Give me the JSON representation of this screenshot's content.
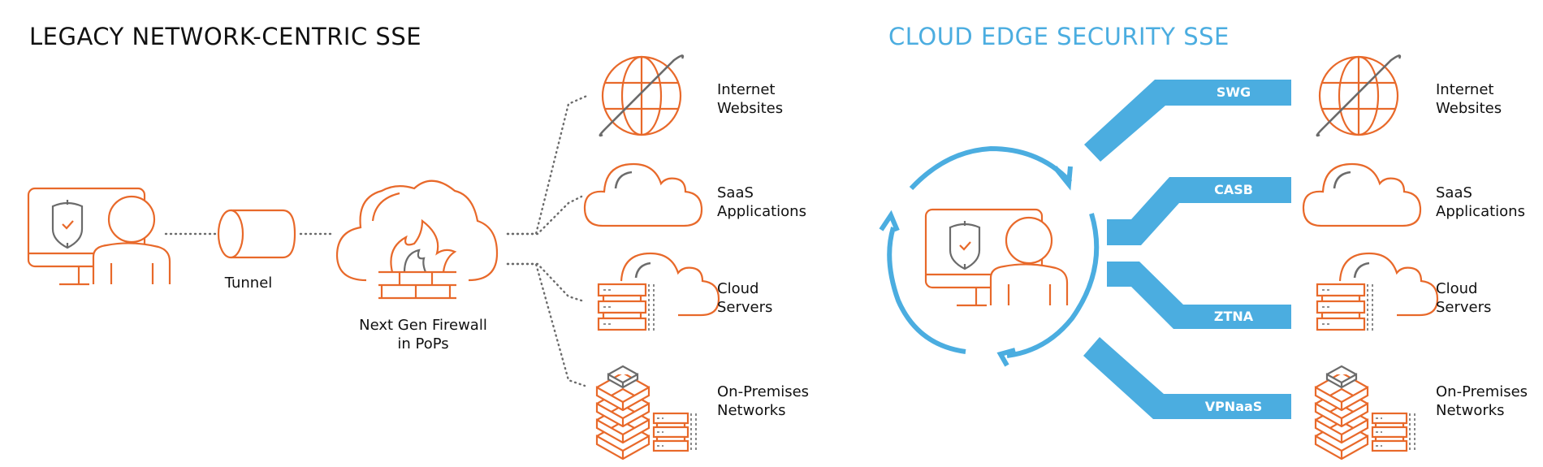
{
  "colors": {
    "accent_orange": "#E8692A",
    "accent_blue": "#4BADE0",
    "icon_gray": "#6B6B6B",
    "text": "#111111"
  },
  "left_panel": {
    "title": "LEGACY NETWORK-CENTRIC SSE",
    "user_icon": "user-at-monitor-icon",
    "tunnel_label": "Tunnel",
    "firewall_label_line1": "Next Gen Firewall",
    "firewall_label_line2": "in PoPs",
    "destinations": [
      {
        "icon": "globe-icon",
        "line1": "Internet",
        "line2": "Websites"
      },
      {
        "icon": "cloud-icon",
        "line1": "SaaS",
        "line2": "Applications"
      },
      {
        "icon": "cloud-server-icon",
        "line1": "Cloud",
        "line2": "Servers"
      },
      {
        "icon": "on-premises-stack-icon",
        "line1": "On-Premises",
        "line2": "Networks"
      }
    ]
  },
  "right_panel": {
    "title": "CLOUD EDGE SECURITY SSE",
    "user_icon": "user-at-monitor-icon",
    "cycle_icon": "circular-arrows-icon",
    "services": [
      "SWG",
      "CASB",
      "ZTNA",
      "VPNaaS"
    ],
    "destinations": [
      {
        "icon": "globe-icon",
        "line1": "Internet",
        "line2": "Websites"
      },
      {
        "icon": "cloud-icon",
        "line1": "SaaS",
        "line2": "Applications"
      },
      {
        "icon": "cloud-server-icon",
        "line1": "Cloud",
        "line2": "Servers"
      },
      {
        "icon": "on-premises-stack-icon",
        "line1": "On-Premises",
        "line2": "Networks"
      }
    ]
  }
}
